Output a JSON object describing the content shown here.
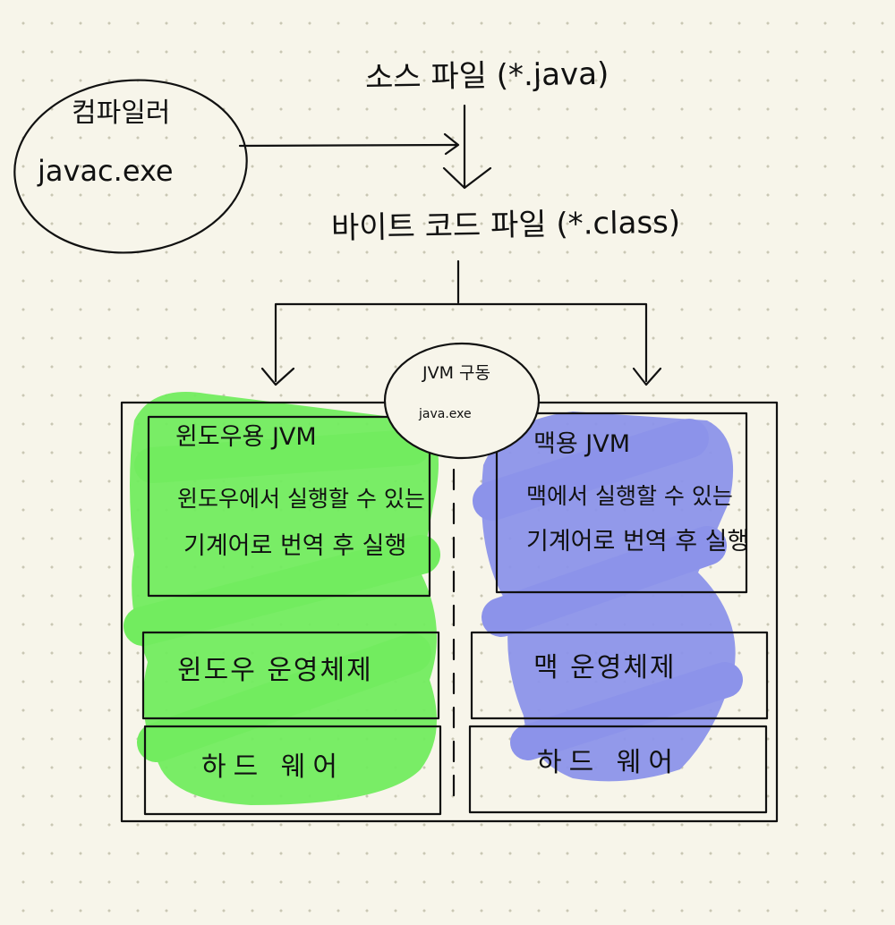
{
  "source_file": "소스 파일 (*.java)",
  "compiler": {
    "name": "컴파일러",
    "exe": "javac.exe"
  },
  "bytecode_file": "바이트 코드 파일 (*.class)",
  "jvm_launch": {
    "title": "JVM 구동",
    "exe": "java.exe"
  },
  "windows": {
    "jvm_title": "윈도우용 JVM",
    "desc_line1": "윈도우에서 실행할 수 있는",
    "desc_line2": "기계어로 번역 후 실행",
    "os": "윈도우 운영체제",
    "hardware": "하드 웨어"
  },
  "mac": {
    "jvm_title": "맥용 JVM",
    "desc_line1": "맥에서 실행할 수 있는",
    "desc_line2": "기계어로 번역 후 실행",
    "os": "맥 운영체제",
    "hardware": "하드 웨어"
  },
  "colors": {
    "paper": "#f7f5ea",
    "windows_highlight": "#72ec5f",
    "mac_highlight": "#8c93ea",
    "ink": "#111111"
  }
}
